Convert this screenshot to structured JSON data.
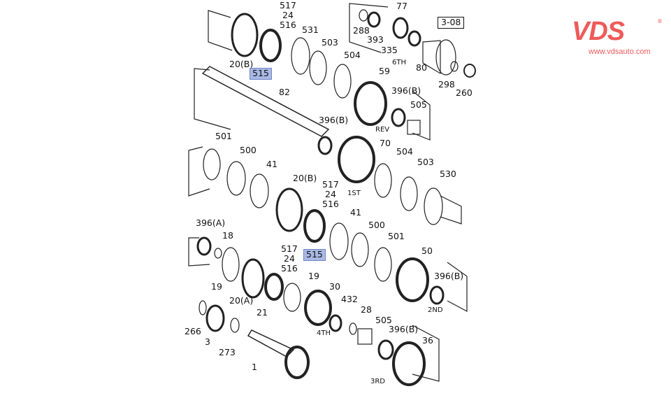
{
  "logo": {
    "brand": "VDS",
    "registered": "®",
    "url": "www.vdsauto.com"
  },
  "labels": {
    "a517": "517",
    "a24": "24",
    "a516": "516",
    "a20b": "20(B)",
    "a515": "515",
    "a531": "531",
    "a503": "503",
    "a504": "504",
    "a82": "82",
    "a59": "59",
    "a396b1": "396(B)",
    "a505": "505",
    "rev": "REV",
    "a396b2": "396(B)",
    "a288": "288",
    "a393": "393",
    "a335": "335",
    "a77": "77",
    "sixth": "6TH",
    "a80": "80",
    "ref308": "3-08",
    "a298": "298",
    "a260": "260",
    "b501": "501",
    "b500": "500",
    "b41": "41",
    "b20b": "20(B)",
    "b517": "517",
    "b24": "24",
    "b516": "516",
    "first": "1ST",
    "b70": "70",
    "b504": "504",
    "b503": "503",
    "b530": "530",
    "b515": "515",
    "b41b": "41",
    "b500b": "500",
    "b501b": "501",
    "b50": "50",
    "b396b": "396(B)",
    "second": "2ND",
    "c396a": "396(A)",
    "c18": "18",
    "c517": "517",
    "c24": "24",
    "c516": "516",
    "c19": "19",
    "c20a": "20(A)",
    "c21": "21",
    "c19b": "19",
    "c30": "30",
    "c432": "432",
    "c28": "28",
    "c505": "505",
    "fourth": "4TH",
    "c396b": "396(B)",
    "c36": "36",
    "third": "3RD",
    "c266": "266",
    "c3": "3",
    "c273": "273",
    "c1": "1"
  }
}
